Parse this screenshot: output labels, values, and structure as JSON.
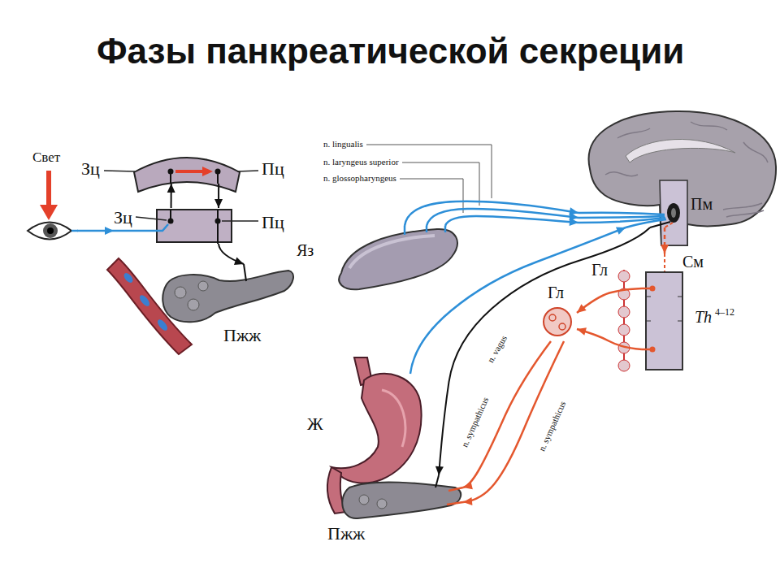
{
  "diagram": {
    "title": "Фазы панкреатической секреции",
    "nodes": [
      {
        "text": [
          "Свет"
        ]
      },
      {
        "text": [
          "Зц",
          "Пц"
        ]
      },
      {
        "text": [
          "Зц",
          "Пц"
        ]
      },
      {
        "text": [
          "Пжж"
        ]
      },
      {
        "text": [
          "Яз"
        ]
      },
      {
        "text": [
          "Пм"
        ]
      },
      {
        "text": [
          "См",
          "Th",
          "4–12"
        ]
      },
      {
        "text": [
          "Гл"
        ]
      },
      {
        "text": [
          "Гл"
        ]
      },
      {
        "text": [
          "Ж"
        ]
      },
      {
        "text": [
          "Пжж"
        ]
      }
    ],
    "edges": [
      {
        "from": 0,
        "to": 2,
        "arrow": "to"
      },
      {
        "from": 2,
        "to": 1,
        "arrow": "to"
      },
      {
        "from": 1,
        "to": 2,
        "arrow": "to"
      },
      {
        "from": 2,
        "to": 3,
        "arrow": "to"
      },
      {
        "from": 4,
        "to": 5,
        "arrow": "to"
      },
      {
        "from": 4,
        "to": 5,
        "arrow": "to"
      },
      {
        "from": 4,
        "to": 5,
        "arrow": "to"
      },
      {
        "from": 9,
        "to": 5,
        "arrow": "to"
      },
      {
        "from": 5,
        "to": 10,
        "label": "n. vagus",
        "arrow": "to"
      },
      {
        "from": 5,
        "to": 6,
        "arrow": "to"
      },
      {
        "from": 6,
        "to": 8,
        "arrow": "to"
      },
      {
        "from": 6,
        "to": 8,
        "arrow": "to"
      },
      {
        "from": 8,
        "to": 10,
        "label": "n. sympathicus",
        "arrow": "to"
      },
      {
        "from": 8,
        "to": 10,
        "label": "n. sympathicus",
        "arrow": "to"
      }
    ],
    "labels": [
      "n. lingualis",
      "n. laryngeus superior",
      "n. glossopharyngeus"
    ]
  }
}
